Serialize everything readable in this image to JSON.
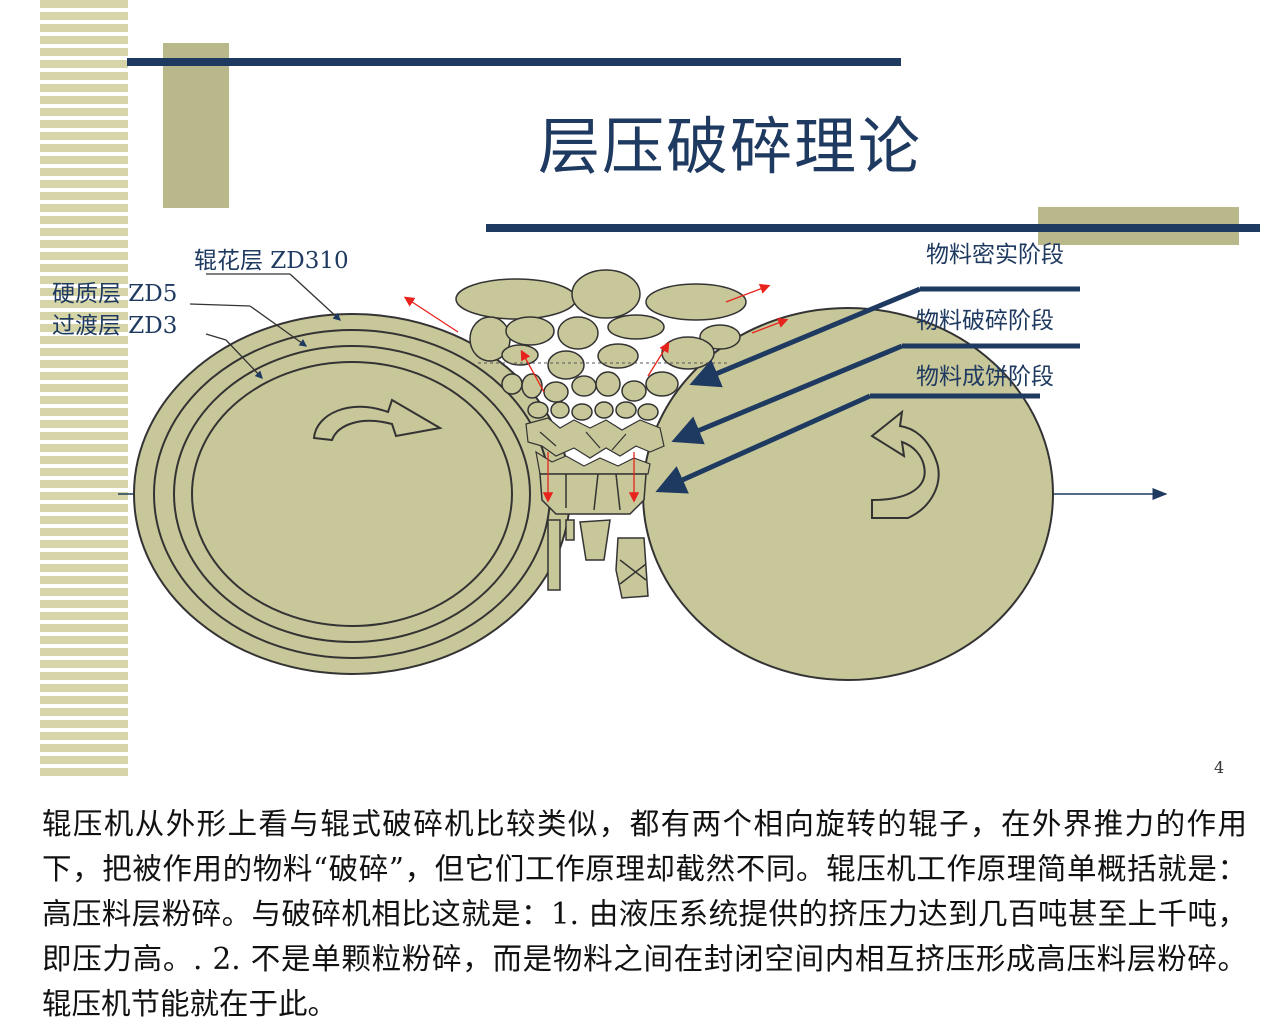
{
  "slide": {
    "title": "层压破碎理论",
    "page_number": "4"
  },
  "diagram": {
    "left_roller_layers": [
      {
        "label": "辊花层 ZD310"
      },
      {
        "label": "硬质层 ZD5"
      },
      {
        "label": "过渡层 ZD3"
      }
    ],
    "stages": [
      {
        "label": "物料密实阶段"
      },
      {
        "label": "物料破碎阶段"
      },
      {
        "label": "物料成饼阶段"
      }
    ],
    "colors": {
      "roller_fill": "#c8c79a",
      "outline": "#333333",
      "navy": "#1f3a60",
      "force_arrow": "#e8221c",
      "stripe": "#d6d5a8",
      "olive_block": "#b9b88a"
    },
    "icons": [
      "rotation-arrow-left-roller-icon",
      "rotation-arrow-right-roller-icon"
    ]
  },
  "caption": {
    "text": "辊压机从外形上看与辊式破碎机比较类似，都有两个相向旋转的辊子，在外界推力的作用下，把被作用的物料“破碎”，但它们工作原理却截然不同。辊压机工作原理简单概括就是：高压料层粉碎。与破碎机相比这就是：1. 由液压系统提供的挤压力达到几百吨甚至上千吨，即压力高。. 2. 不是单颗粒粉碎，而是物料之间在封闭空间内相互挤压形成高压料层粉碎。辊压机节能就在于此。"
  }
}
